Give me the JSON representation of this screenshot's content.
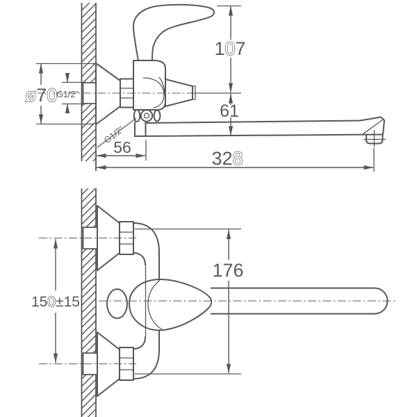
{
  "colors": {
    "line": "#565656",
    "text": "#5a5a5a",
    "background": "#ffffff"
  },
  "side_view": {
    "labels": {
      "height_above_axis": "107",
      "drop_below_axis": "61",
      "wall_to_axis": "56",
      "spout_reach": "328",
      "flange_diameter": "ø70",
      "wall_thread": "G1/2\"",
      "spout_thread": "G1/2\""
    }
  },
  "front_view": {
    "labels": {
      "overall_height": "176",
      "inlet_spacing": "150±15"
    }
  }
}
